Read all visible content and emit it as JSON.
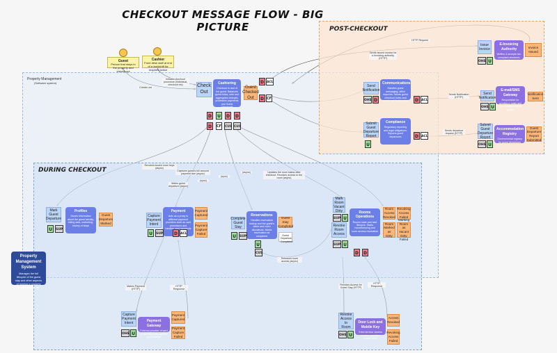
{
  "title": "CHECKOUT MESSAGE FLOW - BIG PICTURE",
  "zones": {
    "property_management": "Property Management",
    "property_management_sub": "(Software system)",
    "during_checkout": "DURING CHECKOUT",
    "post_checkout": "POST-CHECKOUT"
  },
  "actors": {
    "guest": {
      "name": "Guest",
      "desc": "Person that stays in the property and checks out"
    },
    "cashier": {
      "name": "Cashier",
      "desc": "Front desk staff at end of a workshift for required action"
    }
  },
  "systems": {
    "cashiering": {
      "name": "Cashiering",
      "desc": "Checkout in and of the guest. Balances guest folios, sets and aggregates charges, processes payments and Guest Checkouts",
      "type": "(Software system)"
    },
    "communications": {
      "name": "Communications",
      "desc": "Handles guest messaging, office requests. Sends guest checkout notes and sends out final invoice",
      "type": "(Software system)"
    },
    "compliance": {
      "name": "Compliance",
      "desc": "Regulatory reporting and legal obligations. Reports guest departures",
      "type": "(Software system)"
    },
    "profiles": {
      "name": "Profiles",
      "desc": "Stores information about the guest identity, billing data, marketing, history of stays",
      "type": "(Software system)"
    },
    "payment": {
      "name": "Payment",
      "desc": "Acts as a proxy to different payment providers such as card processors and handles card payments",
      "type": "(Software system)"
    },
    "reservations": {
      "name": "Reservations",
      "desc": "Handles reservation lookup and the guest's dates and room allocations. Marks reservation as completed",
      "type": "(Software system)"
    },
    "rooms_operations": {
      "name": "Rooms Operations",
      "desc": "Rooms state and task lifecycle. Starts housekeeping and room access revocation",
      "type": "(Software system)"
    },
    "einvoicing": {
      "name": "E-Invoicing Authority",
      "desc": "Verifies & accepts tax-compliant electronic invoices",
      "type": "(Software system)"
    },
    "email": {
      "name": "E-mail/SMS Gateway",
      "desc": "Responsible for sending e-mails and SMS notifications to guests",
      "type": "(Software system)"
    },
    "accommodation": {
      "name": "Accommodation Registry",
      "desc": "Governmental registry for guest departures",
      "type": "(Software system)"
    },
    "payment_gateway": {
      "name": "Payment Gateway",
      "desc": "External provider of card processing and payment authorization",
      "type": "(Software system)"
    },
    "door_lock": {
      "name": "Door Lock and Mobile Key",
      "desc": "External door access system, provides mobile keys",
      "type": "(Software system)"
    },
    "pms": {
      "name": "Property Management System",
      "desc": "Manages the full lifecycle of the guest stay and other aspects of running a property",
      "type": "(Software system)"
    }
  },
  "commands": {
    "check_out": "Check Out",
    "issue_invoice": "Issue Invoice",
    "send_notification": "Send Notification",
    "submit_departure": "Submit Guest Departure Report",
    "mark_departure": "Mark Guest Departure",
    "capture_payment": "Capture Payment Intent",
    "complete_stay": "Complete Guest Stay",
    "mark_room_vacant": "Mark Room Vacant Dirty",
    "revoke_room_access": "Revoke Room Access",
    "send_notification_ext": "Send Notification",
    "submit_departure_ext": "Submit Guest Departure Report",
    "capture_payment_ext": "Capture Payment Intent",
    "revoke_access_ext": "Revoke Access to Room"
  },
  "events": {
    "guest_checked_out": "Guest Checked Out",
    "invoice_issued": "Invoice Issued",
    "guest_departure_marked": "Guest Departure Marked",
    "payment_captured": "Payment Captured",
    "payment_capture_failed": "Payment Capture Failed",
    "guest_stay_completed": "Guest Stay Completed",
    "room_access_revoked": "Room Access Revoked",
    "revoking_access_failed": "Revoking Access Failed",
    "room_marked_dirty": "Room Marked as Dirty",
    "marking_room_failed": "Marking Room as Vacant Dirty Failed",
    "notification_sent": "Notification Sent",
    "departure_report_submitted": "Guest Departure Report Submitted",
    "payment_captured_ext": "Payment Captured",
    "payment_capture_failed_ext": "Payment Capture Failed",
    "access_revoked_ext": "Access Revoked",
    "revoking_access_failed_ext": "Revoking Access Failed"
  },
  "notes": {
    "guest_departure": "Guest Departure Completed"
  },
  "badges": {
    "d": "D",
    "u": "U",
    "acl": "ACL",
    "cf": "CF",
    "ohs": "OHS",
    "sup": "SUP",
    "cus": "CUS",
    "ps": "PS"
  },
  "edge_labels": {
    "checks_out": "Checks out",
    "initiates_checkout": "Initiates checkout procedure (individual, checkout etc)",
    "sends_invoice": "Sends issued invoice for e-invoicing authority (HTTP)",
    "http_request": "HTTP Request",
    "sends_notification": "Sends Notification (HTTP)",
    "sends_departure": "Sends departure request (HTTP)",
    "revokes_keys": "Revokes issued room keys (async)",
    "captures_payment": "Captures guest's full amount payment due (async)",
    "marks_departure": "Marks guest departure [async]",
    "room_status": "Updates the room status after checkout. Revokes access to the room (async)",
    "reservations_async": "(async)",
    "sync_a": "(sync)",
    "sync_b": "(sync)",
    "sync_c": "(sync)",
    "reads_payment": "Makes Payment (HTTP)",
    "http_response": "HTTP Response",
    "revokes_room": "Revokes Access for Guest Stay (HTTP)",
    "http_response_b": "HTTP Response",
    "books_room": "Releases room access (async)"
  }
}
